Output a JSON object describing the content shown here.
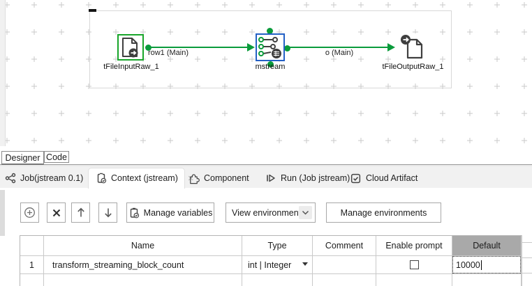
{
  "canvas": {
    "components": [
      {
        "name": "tFileInputRaw_1",
        "kind": "file-input"
      },
      {
        "name": "mstream",
        "kind": "stream-transform"
      },
      {
        "name": "tFileOutputRaw_1",
        "kind": "file-output"
      }
    ],
    "connections": [
      {
        "label": "row1 (Main)"
      },
      {
        "label": "o (Main)"
      }
    ]
  },
  "editor_tabs": [
    {
      "label": "Designer",
      "active": true
    },
    {
      "label": "Code",
      "active": false
    }
  ],
  "view_tabs": [
    {
      "label": "Job(jstream 0.1)",
      "icon": "job-icon",
      "active": false
    },
    {
      "label": "Context (jstream)",
      "icon": "context-icon",
      "active": true,
      "close_label": "×"
    },
    {
      "label": "Component",
      "icon": "component-icon",
      "active": false
    },
    {
      "label": "Run (Job jstream)",
      "icon": "run-icon",
      "active": false
    },
    {
      "label": "Cloud Artifact",
      "icon": "cloud-artifact-icon",
      "active": false
    }
  ],
  "toolbar": {
    "add_icon": "circle-plus",
    "delete_icon": "x",
    "move_up_icon": "arrow-up",
    "move_down_icon": "arrow-down",
    "manage_variables_label": "Manage variables",
    "view_environments_label": "View environments",
    "manage_environments_label": "Manage environments"
  },
  "table": {
    "columns": [
      "Name",
      "Type",
      "Comment",
      "Enable prompt",
      "Default"
    ],
    "selected_column": "Default",
    "rows": [
      {
        "num": "1",
        "name": "transform_streaming_block_count",
        "type": "int | Integer",
        "comment": "",
        "enable_prompt_checked": false,
        "default": "10000",
        "editing_cell": "default"
      }
    ]
  },
  "colors": {
    "connection_green": "#0a9b3b",
    "component_selected_green": "#18a52a",
    "component_blue": "#2360c5",
    "selected_header_gray": "#a9a9a9",
    "tabbar_gray": "#f1f1f1"
  }
}
